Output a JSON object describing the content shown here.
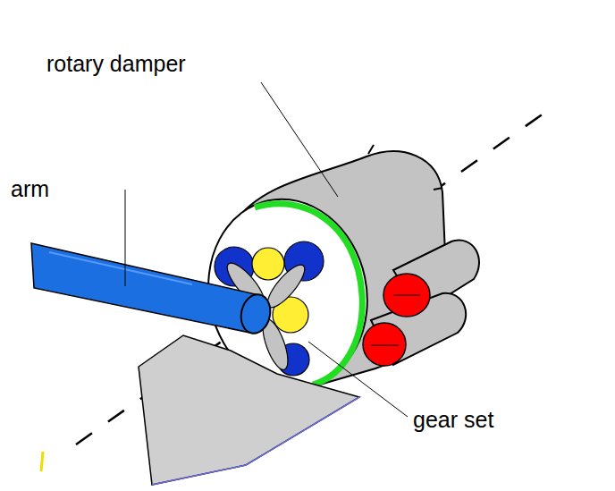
{
  "diagram": {
    "labels": [
      "rotary damper",
      "arm",
      "gear set"
    ]
  }
}
